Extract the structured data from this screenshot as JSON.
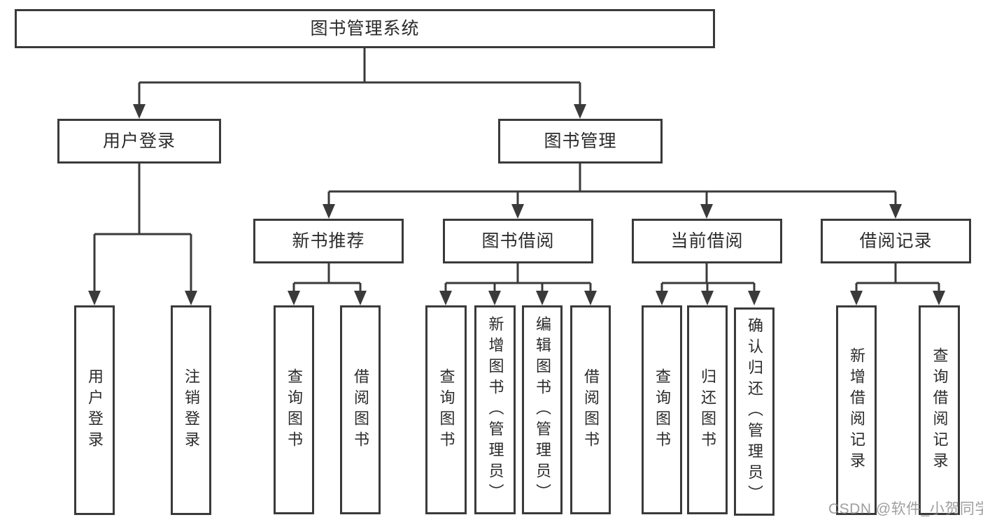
{
  "colors": {
    "line": "#3a3a3a",
    "text": "#2b2b2b",
    "watermark": "#8a8a8a",
    "background": "#ffffff"
  },
  "tree": {
    "root": "图书管理系统",
    "branches": [
      {
        "label": "用户登录",
        "children": [
          "用户登录",
          "注销登录"
        ]
      },
      {
        "label": "图书管理",
        "modules": [
          {
            "label": "新书推荐",
            "children": [
              "查询图书",
              "借阅图书"
            ]
          },
          {
            "label": "图书借阅",
            "children": [
              "查询图书",
              "新增图书（管理员）",
              "编辑图书（管理员）",
              "借阅图书"
            ]
          },
          {
            "label": "当前借阅",
            "children": [
              "查询图书",
              "归还图书",
              "确认归还（管理员）"
            ]
          },
          {
            "label": "借阅记录",
            "children": [
              "新增借阅记录",
              "查询借阅记录"
            ]
          }
        ]
      }
    ]
  },
  "watermark": "CSDN @软件_小贺同学"
}
